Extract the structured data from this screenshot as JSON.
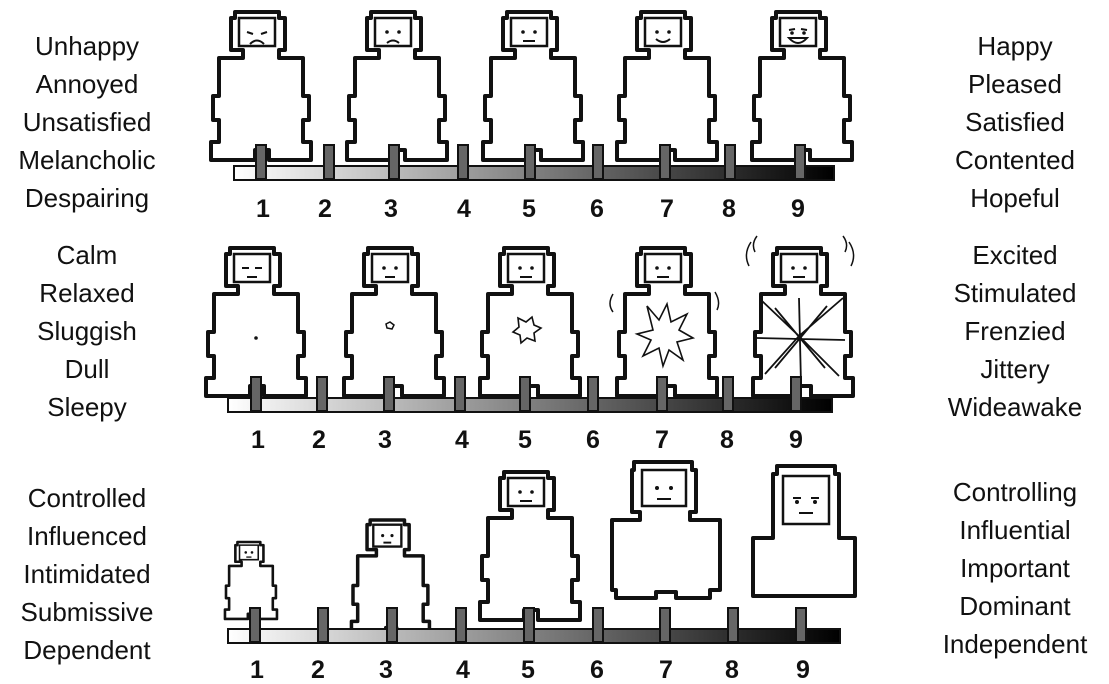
{
  "scales": [
    {
      "id": "valence",
      "left_words": [
        "Unhappy",
        "Annoyed",
        "Unsatisfied",
        "Melancholic",
        "Despairing"
      ],
      "right_words": [
        "Happy",
        "Pleased",
        "Satisfied",
        "Contented",
        "Hopeful"
      ],
      "ticks": [
        "1",
        "2",
        "3",
        "4",
        "5",
        "6",
        "7",
        "8",
        "9"
      ]
    },
    {
      "id": "arousal",
      "left_words": [
        "Calm",
        "Relaxed",
        "Sluggish",
        "Dull",
        "Sleepy"
      ],
      "right_words": [
        "Excited",
        "Stimulated",
        "Frenzied",
        "Jittery",
        "Wideawake"
      ],
      "ticks": [
        "1",
        "2",
        "3",
        "4",
        "5",
        "6",
        "7",
        "8",
        "9"
      ]
    },
    {
      "id": "dominance",
      "left_words": [
        "Controlled",
        "Influenced",
        "Intimidated",
        "Submissive",
        "Dependent"
      ],
      "right_words": [
        "Controlling",
        "Influential",
        "Important",
        "Dominant",
        "Independent"
      ],
      "ticks": [
        "1",
        "2",
        "3",
        "4",
        "5",
        "6",
        "7",
        "8",
        "9"
      ]
    }
  ]
}
